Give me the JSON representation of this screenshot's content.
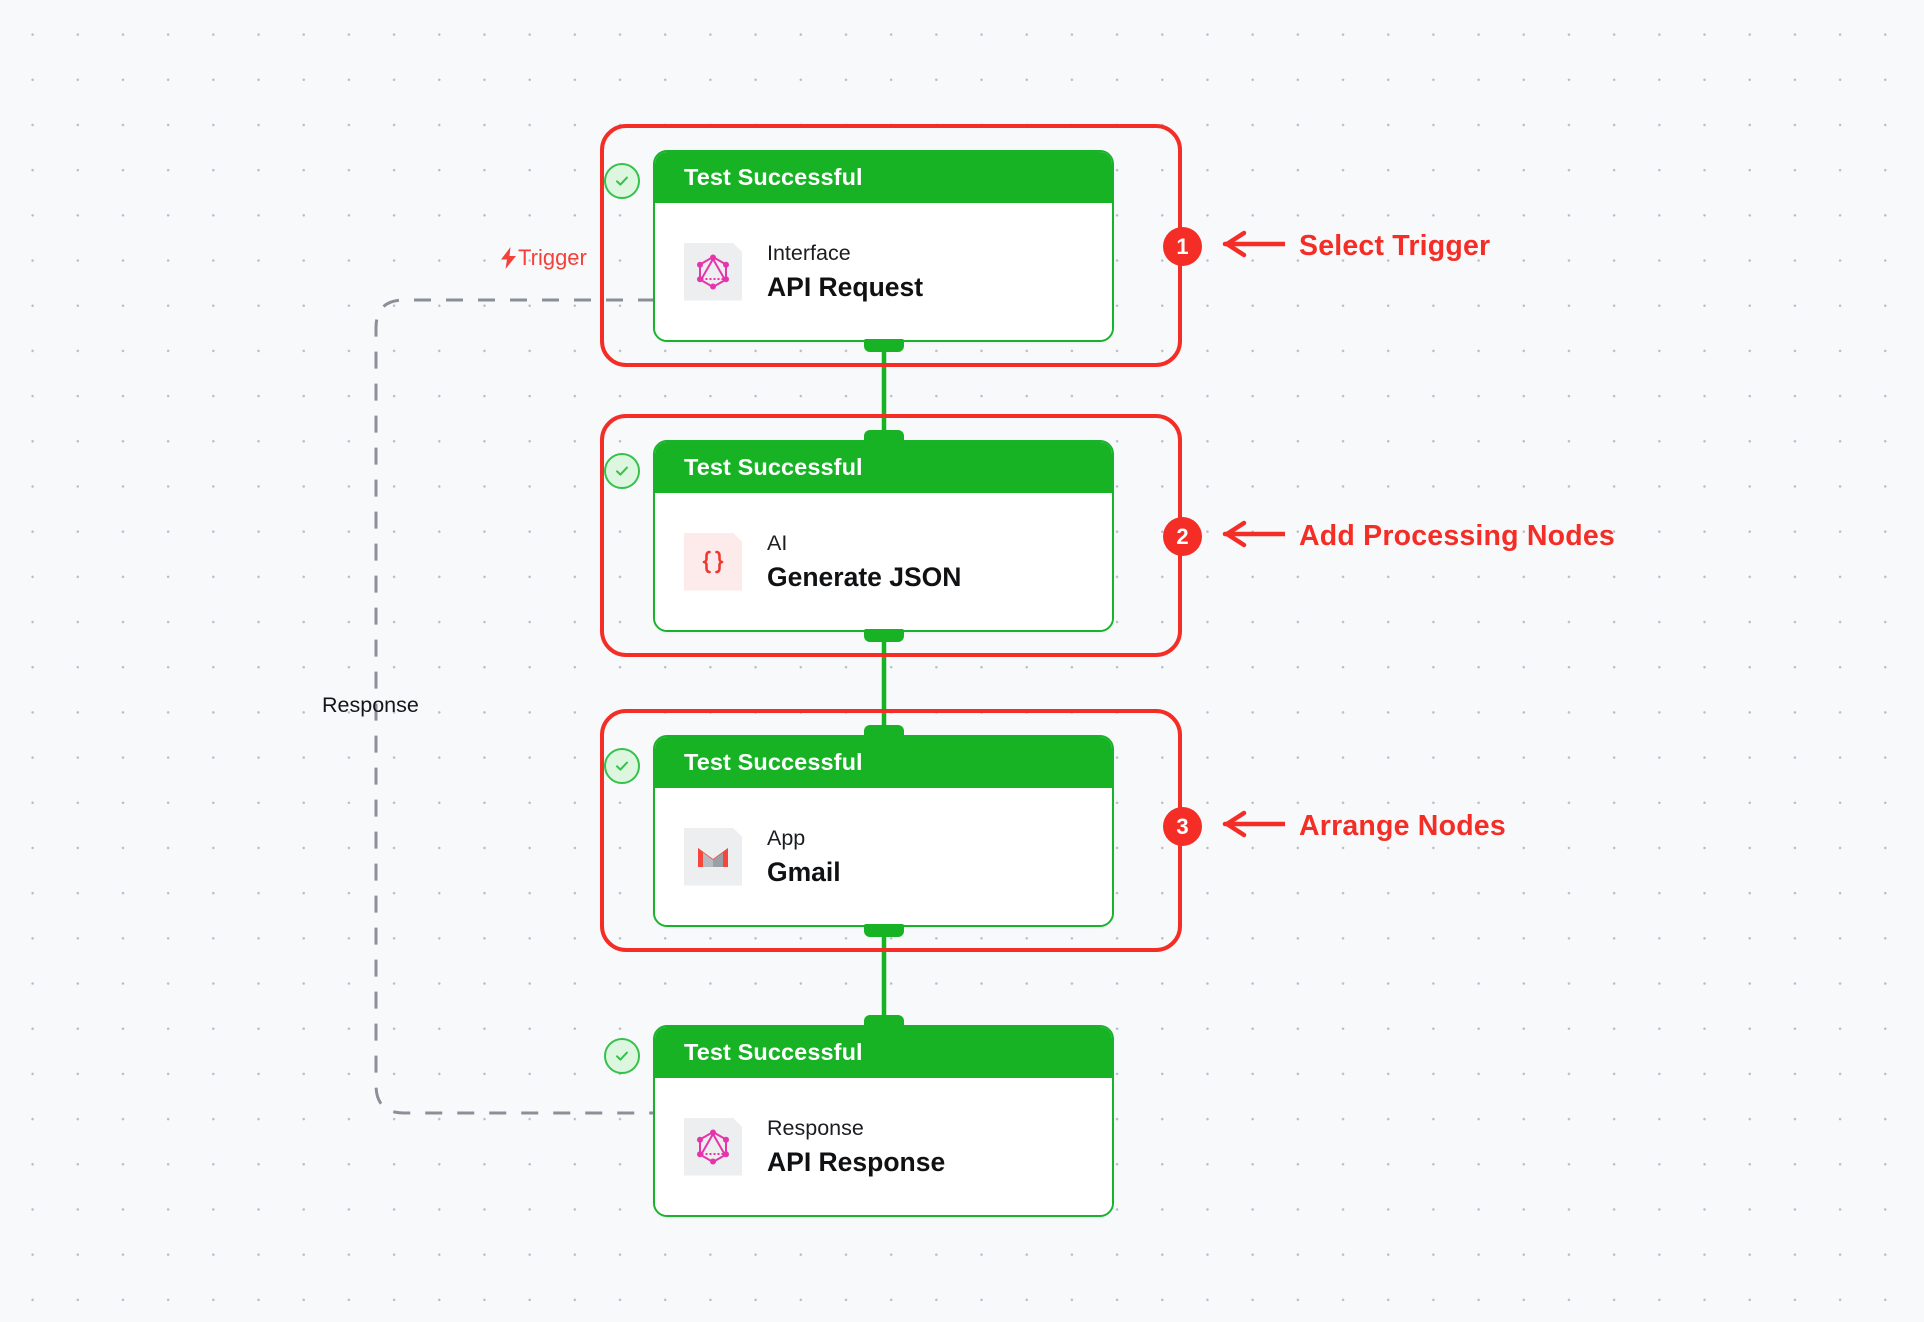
{
  "canvas": {
    "background_color": "#f7f9fb",
    "dot_color": "#b9bdc7",
    "accent_green": "#17b325",
    "accent_red": "#f42e26",
    "graphql_pink": "#e535ab"
  },
  "nodes": [
    {
      "status": "Test Successful",
      "kind": "Interface",
      "title": "API Request",
      "icon": "graphql-icon",
      "badge": "check-circle-icon"
    },
    {
      "status": "Test Successful",
      "kind": "AI",
      "title": "Generate JSON",
      "icon": "json-braces-icon",
      "badge": "check-circle-icon"
    },
    {
      "status": "Test Successful",
      "kind": "App",
      "title": "Gmail",
      "icon": "gmail-icon",
      "badge": "check-circle-icon"
    },
    {
      "status": "Test Successful",
      "kind": "Response",
      "title": "API Response",
      "icon": "graphql-icon",
      "badge": "check-circle-icon"
    }
  ],
  "steps": [
    {
      "number": "1",
      "label": "Select Trigger"
    },
    {
      "number": "2",
      "label": "Add Processing Nodes"
    },
    {
      "number": "3",
      "label": "Arrange Nodes"
    }
  ],
  "edge_labels": {
    "trigger": "Trigger",
    "trigger_icon": "lightning-bolt-icon",
    "response": "Response"
  }
}
